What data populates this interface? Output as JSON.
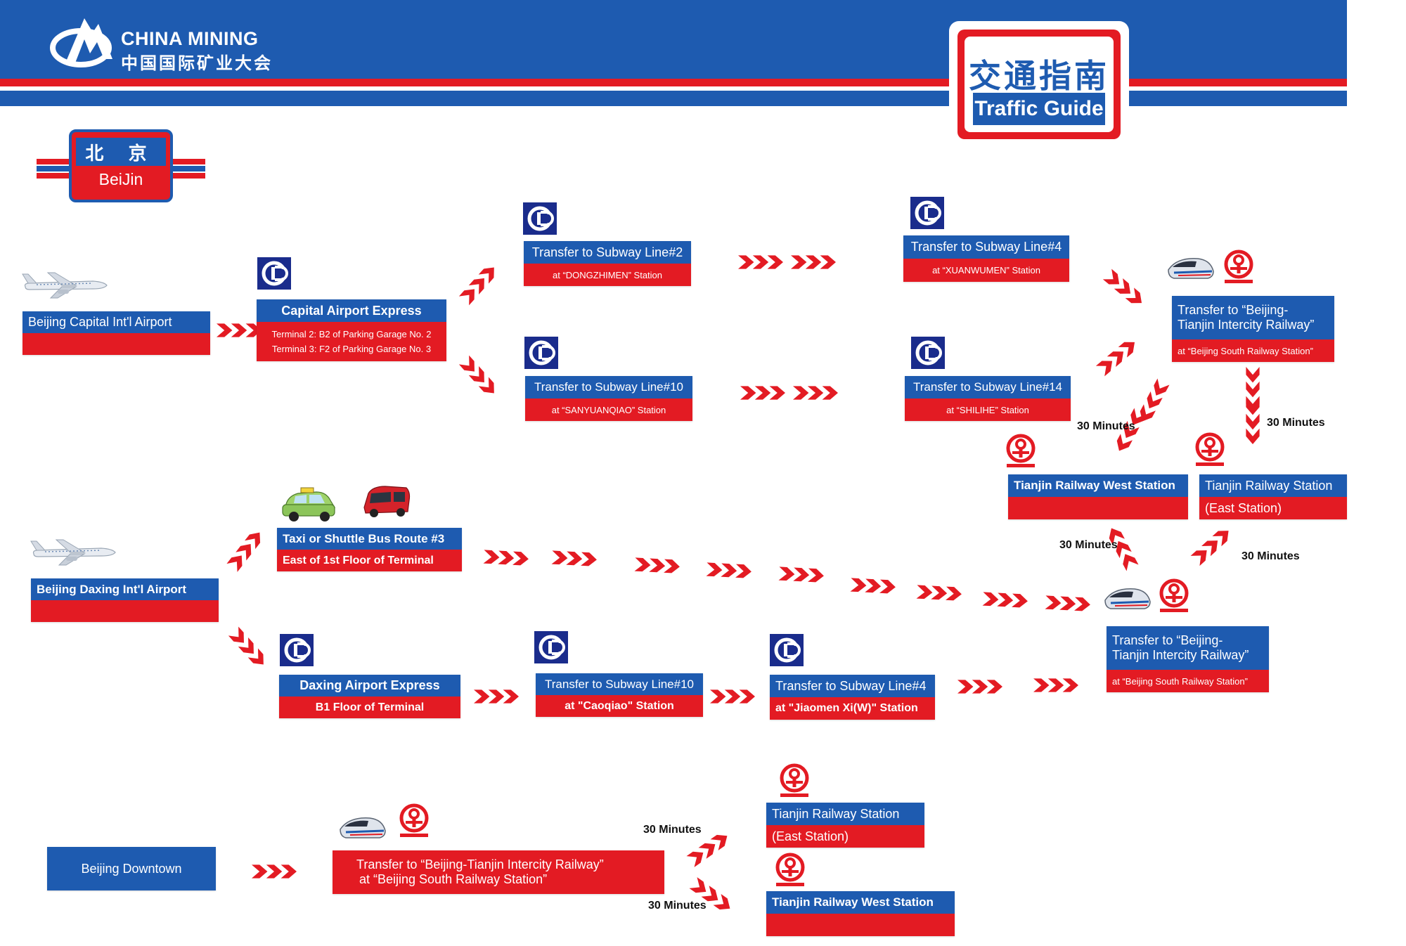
{
  "header": {
    "logo_en": "CHINA MINING",
    "logo_zh": "中国国际矿业大会",
    "title_zh": "交通指南",
    "title_en": "Traffic Guide"
  },
  "city_sign": {
    "zh": "北 京",
    "en": "BeiJin"
  },
  "capital_route": {
    "origin": "Beijing Capital Int'l  Airport",
    "express": {
      "title": "Capital Airport Express",
      "line1": "Terminal 2: B2 of Parking Garage No. 2",
      "line2": "Terminal 3: F2 of Parking Garage No. 3"
    },
    "line2": {
      "title": "Transfer to Subway Line#2",
      "at": "at “DONGZHIMEN” Station"
    },
    "line10": {
      "title": "Transfer to Subway Line#10",
      "at": "at “SANYUANQIAO” Station"
    },
    "line4": {
      "title": "Transfer to Subway Line#4",
      "at": "at “XUANWUMEN” Station"
    },
    "line14": {
      "title": "Transfer to Subway Line#14",
      "at": "at “SHILIHE” Station"
    },
    "intercity": {
      "title1": "Transfer to  “Beijing-",
      "title2": "Tianjin Intercity Railway”",
      "at": "at “Beijing South Railway Station”"
    },
    "west_station": "Tianjin Railway West Station",
    "east_station": {
      "line1": "Tianjin Railway Station",
      "line2": "(East Station)"
    },
    "time_west": "30 Minutes",
    "time_east": "30 Minutes"
  },
  "daxing_route": {
    "origin": "Beijing Daxing Int'l  Airport",
    "taxi": {
      "title": "Taxi  or  Shuttle Bus Route #3",
      "sub": "East of 1st Floor of Terminal"
    },
    "express": {
      "title": "Daxing Airport Express",
      "sub": "B1 Floor of Terminal"
    },
    "line10": {
      "title": "Transfer to Subway Line#10",
      "at": "at \"Caoqiao\" Station"
    },
    "line4": {
      "title": "Transfer to Subway Line#4",
      "at": "at \"Jiaomen Xi(W)\" Station"
    },
    "intercity": {
      "title1": "Transfer to  “Beijing-",
      "title2": "Tianjin Intercity Railway”",
      "at": "at “Beijing South Railway Station”"
    },
    "time_west": "30 Minutes",
    "time_east": "30 Minutes"
  },
  "downtown_route": {
    "origin": "Beijing Downtown",
    "intercity": {
      "line1": "Transfer to “Beijing-Tianjin Intercity Railway”",
      "line2": "at “Beijing South Railway Station”"
    },
    "east_station": {
      "line1": "Tianjin Railway Station",
      "line2": "(East Station)"
    },
    "west_station": "Tianjin Railway West Station",
    "time_east": "30 Minutes",
    "time_west": "30 Minutes"
  },
  "colors": {
    "blue": "#1e5bb0",
    "red": "#e31b23",
    "navy": "#1a2c8c"
  },
  "icons": [
    "china-mining-logo-icon",
    "subway-logo-icon",
    "railway-logo-icon",
    "airplane-icon",
    "high-speed-train-icon",
    "taxi-icon",
    "bus-icon",
    "chevron-arrow-icon"
  ]
}
